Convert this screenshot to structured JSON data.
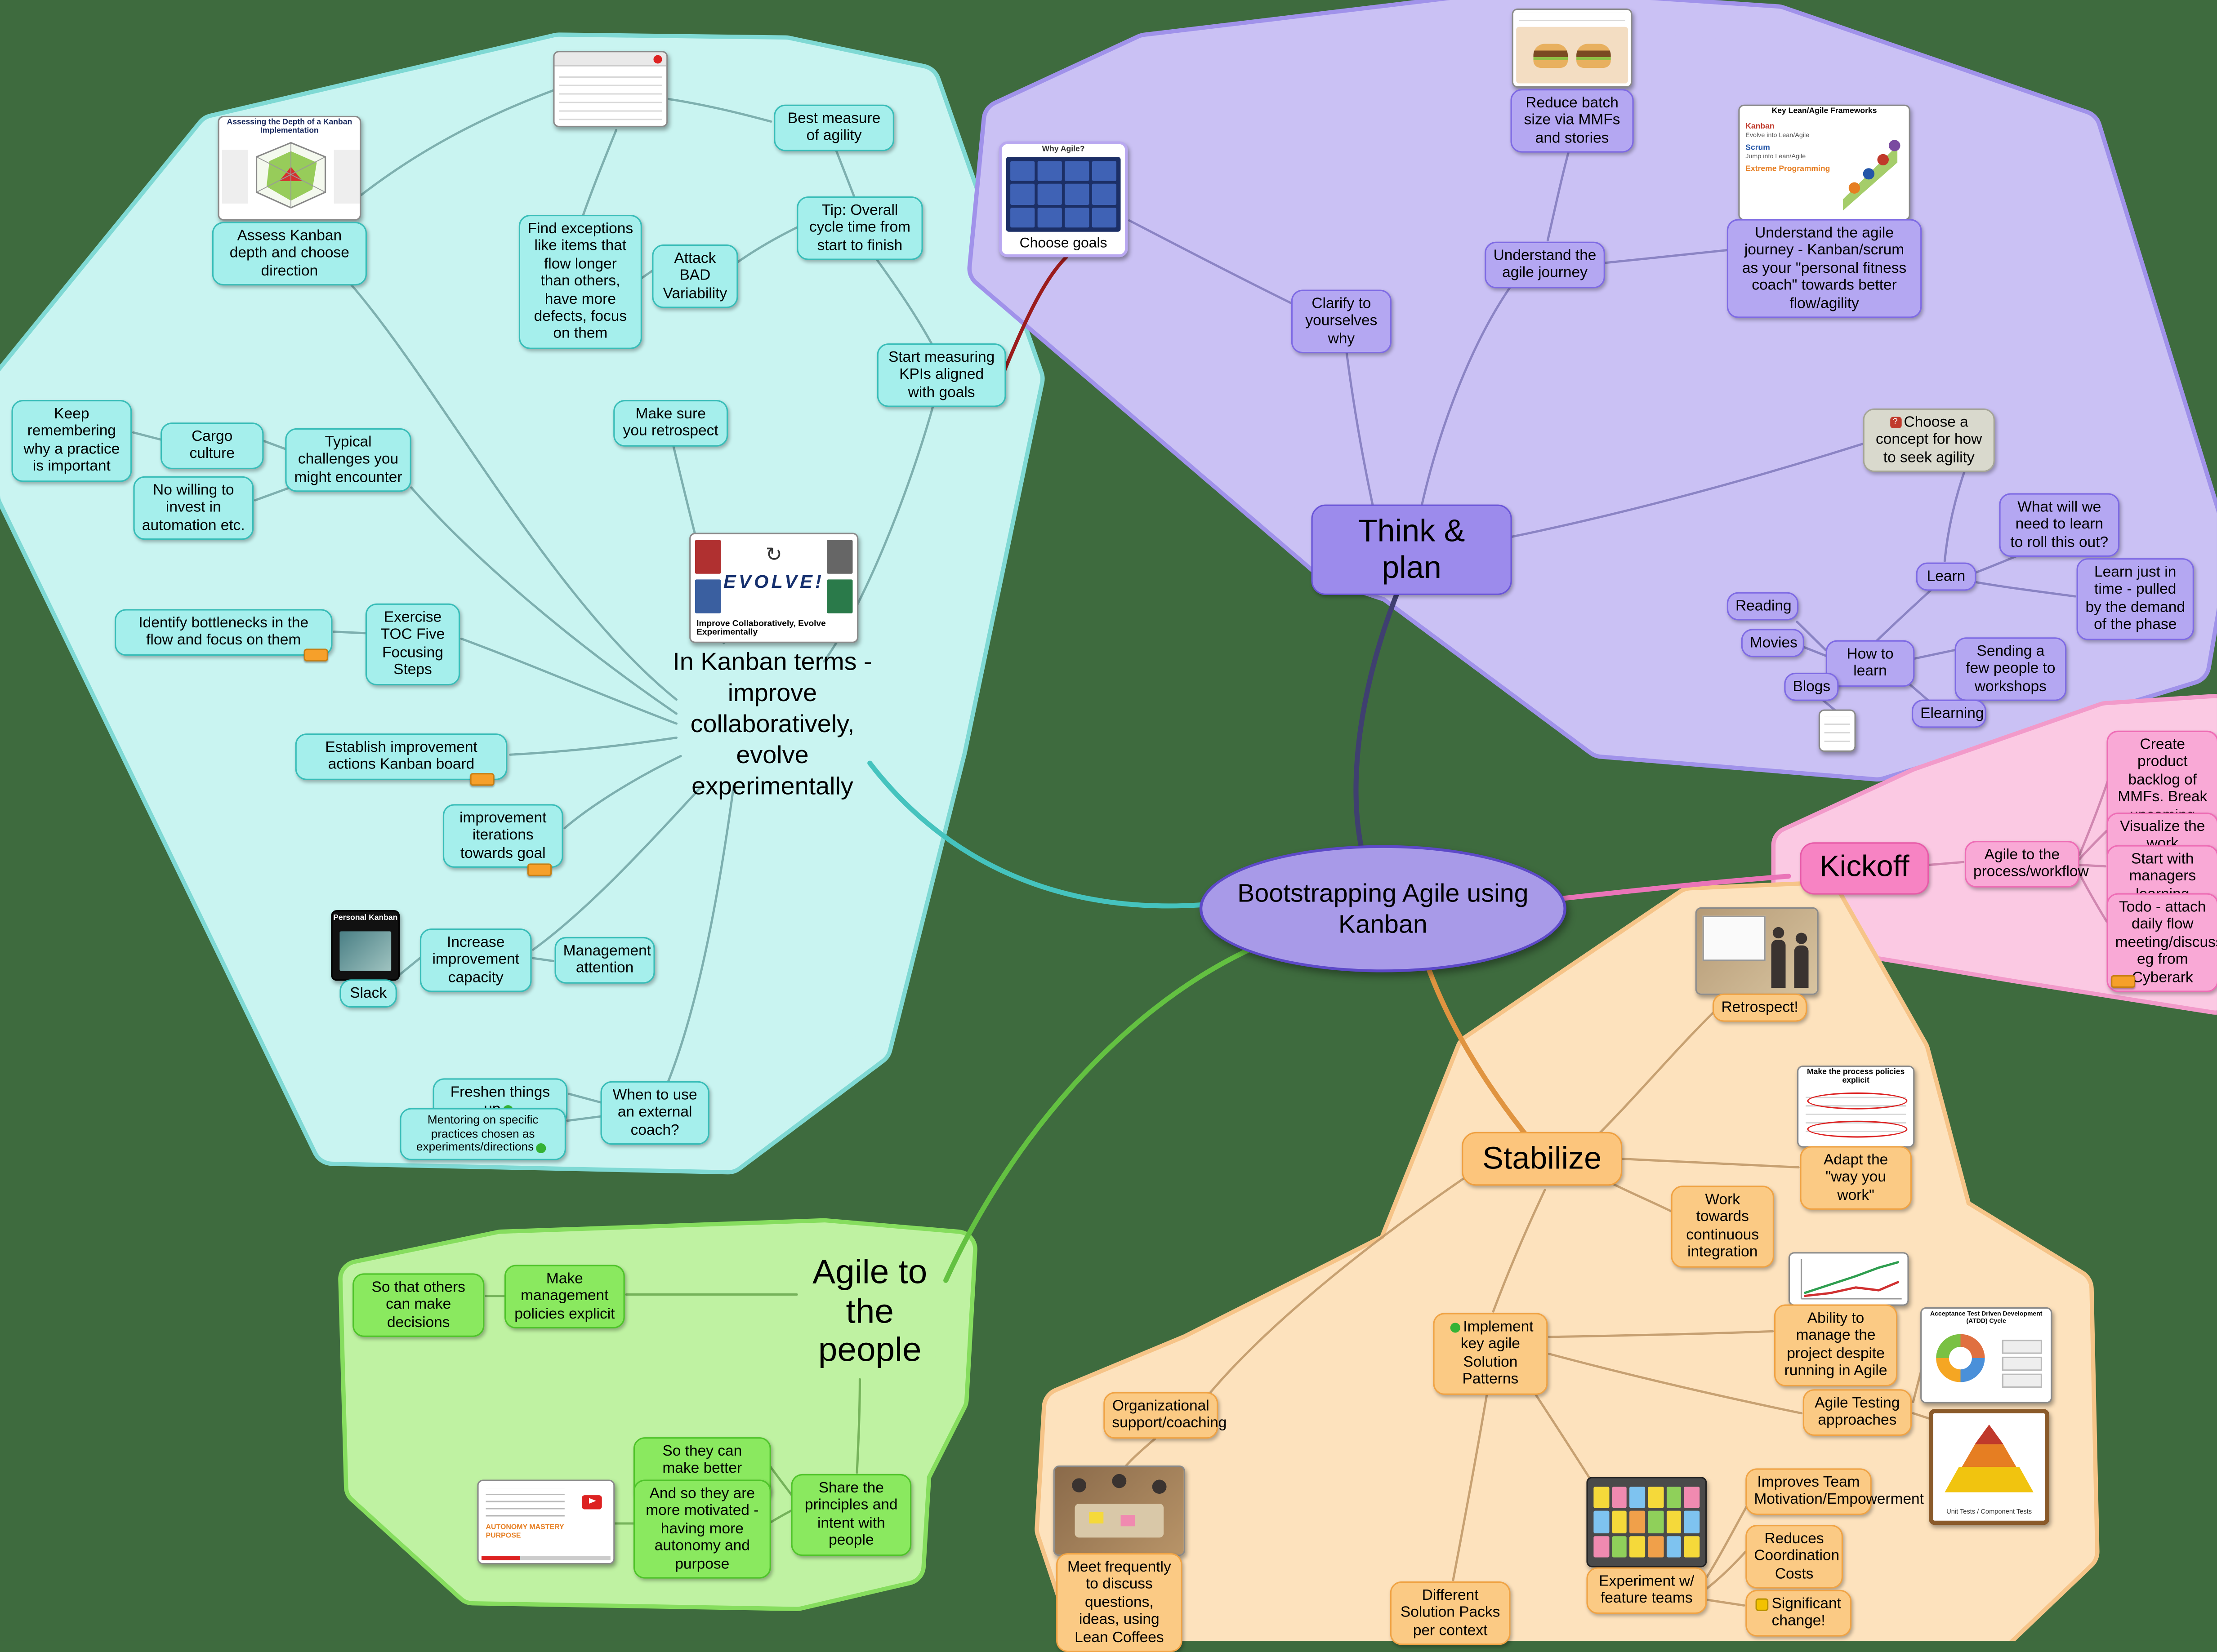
{
  "center": {
    "label": "Bootstrapping Agile using Kanban"
  },
  "kanban": {
    "hub": "In Kanban terms - improve collaboratively, evolve experimentally",
    "assess": "Assess Kanban depth and choose direction",
    "best_measure": "Best measure of agility",
    "tip_cycle": "Tip: Overall cycle time from start to finish",
    "find_exceptions": "Find exceptions like items that flow longer than others, have more defects, focus on them",
    "attack_bad": "Attack BAD Variability",
    "start_kpis": "Start measuring KPIs aligned with goals",
    "make_sure_retrospect": "Make sure you retrospect",
    "keep_remembering": "Keep remembering why a practice is important",
    "cargo_culture": "Cargo culture",
    "no_willing": "No willing to invest in automation etc.",
    "typical_challenges": "Typical challenges you might encounter",
    "identify_bottlenecks": "Identify bottlenecks in the flow and focus on them",
    "exercise_toc": "Exercise TOC Five Focusing Steps",
    "establish_actions": "Establish improvement actions Kanban board",
    "improvement_iterations": "improvement iterations towards goal",
    "slack": "Slack",
    "increase_capacity": "Increase improvement capacity",
    "management_attention": "Management attention",
    "freshen_up": "Freshen things up",
    "mentoring": "Mentoring on specific practices chosen as experiments/directions",
    "external_coach": "When to use an external coach?"
  },
  "think_plan": {
    "title": "Think & plan",
    "choose_goals": "Choose goals",
    "clarify": "Clarify to yourselves why",
    "reduce_batch": "Reduce batch size via MMFs and stories",
    "understand_journey": "Understand the agile journey",
    "understand_journey_long": "Understand the agile journey - Kanban/scrum as your \"personal fitness coach\" towards better flow/agility",
    "choose_concept": "Choose a concept for how to seek agility",
    "what_learn": "What will we need to learn to roll this out?",
    "learn_jit": "Learn just in time - pulled by the demand of the phase",
    "learn": "Learn",
    "reading": "Reading",
    "movies": "Movies",
    "how_to_learn": "How to learn",
    "blogs": "Blogs",
    "workshops": "Sending a few people to workshops",
    "elearning": "Elearning"
  },
  "kickoff": {
    "title": "Kickoff",
    "process_workflow": "Agile to the process/workflow",
    "backlog": "Create product backlog of MMFs. Break upcoming MMFs into stories",
    "visualize": "Visualize the work",
    "managers": "Start with managers learning together",
    "todo_flow": "Todo - attach daily flow meeting/discussion eg from Cyberark"
  },
  "stabilize": {
    "title": "Stabilize",
    "retrospect": "Retrospect!",
    "adapt": "Adapt the \"way you work\"",
    "ci": "Work towards continuous integration",
    "solution_patterns": "Implement key agile Solution Patterns",
    "manage_project": "Ability to manage the project despite running in Agile",
    "testing": "Agile Testing approaches",
    "org_support": "Organizational support/coaching",
    "motivation": "Improves Team Motivation/Empowerment",
    "coordination": "Reduces Coordination Costs",
    "significant": "Significant change!",
    "feature_teams": "Experiment w/ feature teams",
    "lean_coffees": "Meet frequently to discuss questions, ideas, using Lean Coffees",
    "solution_packs": "Different Solution Packs per context"
  },
  "people": {
    "title": "Agile to the people",
    "policies_explicit": "Make management policies explicit",
    "others_decide": "So that others can make decisions",
    "better_decisions": "So they can make better decisions",
    "motivated": "And so they are more motivated - having more autonomy and purpose",
    "share_principles": "Share the principles and intent with people"
  },
  "images": {
    "assess_title": "Assessing the Depth of a Kanban Implementation",
    "why_agile": "Why Agile?",
    "frameworks_title": "Key Lean/Agile Frameworks",
    "fw_kanban": "Kanban",
    "fw_kanban_sub": "Evolve into Lean/Agile",
    "fw_scrum": "Scrum",
    "fw_scrum_sub": "Jump into Lean/Agile",
    "fw_xp": "Extreme Programming",
    "personal_kanban": "Personal Kanban",
    "policies_title": "Make the process policies explicit",
    "atdd_title": "Acceptance Test Driven Development (ATDD) Cycle",
    "pyramid_bottom": "Unit Tests / Component Tests",
    "evolve_word": "EVOLVE!",
    "evolve_caption": "Improve Collaboratively, Evolve Experimentally",
    "video_words": "AUTONOMY MASTERY PURPOSE"
  }
}
